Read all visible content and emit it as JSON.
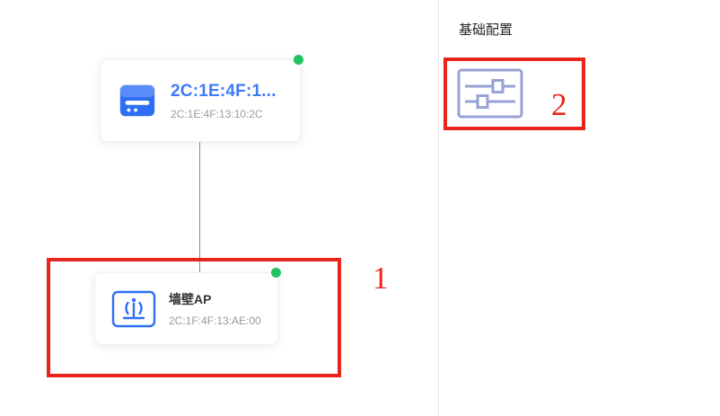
{
  "topology": {
    "gateway": {
      "title": "2C:1E:4F:1...",
      "mac": "2C:1E:4F:13:10:2C",
      "status": "online"
    },
    "wall_ap": {
      "title": "墙壁AP",
      "mac": "2C:1F:4F:13:AE:00",
      "status": "online"
    }
  },
  "panel": {
    "title": "基础配置",
    "config_icon": "sliders-icon"
  },
  "annotations": {
    "one": "1",
    "two": "2"
  },
  "colors": {
    "accent_blue": "#3e7bfa",
    "device_icon_blue": "#2f6ef4",
    "status_green": "#1fc35f",
    "annotation_red": "#e8241d",
    "sliders_icon": "#97a2d4",
    "mac_gray": "#9a9a9a"
  }
}
